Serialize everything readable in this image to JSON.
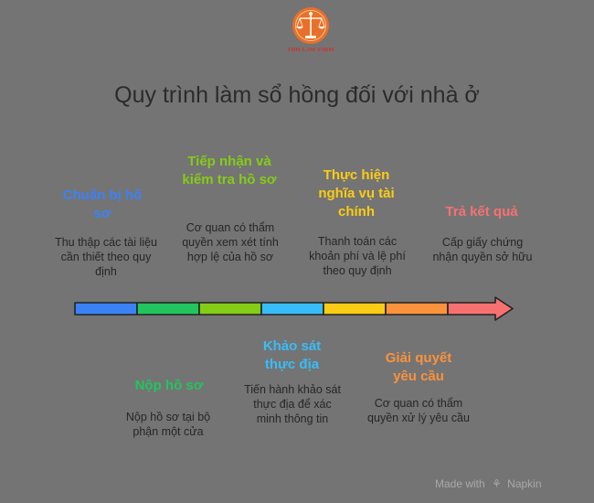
{
  "logo": {
    "text": "TDH LAW FIRM"
  },
  "title": "Quy trình làm sổ hồng đối với nhà ở",
  "steps": [
    {
      "title": "Chuẩn bị hồ sơ",
      "desc": "Thu thập các tài liệu cần thiết theo quy định",
      "color": "#3b82f6"
    },
    {
      "title": "Nộp hồ sơ",
      "desc": "Nộp hồ sơ tại bộ phận một cửa",
      "color": "#22c55e"
    },
    {
      "title": "Tiếp nhận và kiểm tra hồ sơ",
      "desc": "Cơ quan có thẩm quyền xem xét tính hợp lệ của hồ sơ",
      "color": "#84cc16"
    },
    {
      "title": "Khảo sát thực địa",
      "desc": "Tiến hành khảo sát thực địa để xác minh thông tin",
      "color": "#38bdf8"
    },
    {
      "title": "Thực hiện nghĩa vụ tài chính",
      "desc": "Thanh toán các khoản phí và lệ phí theo quy định",
      "color": "#facc15"
    },
    {
      "title": "Giải quyết yêu cầu",
      "desc": "Cơ quan có thẩm quyền xử lý yêu cầu",
      "color": "#fb923c"
    },
    {
      "title": "Trả kết quả",
      "desc": "Cấp giấy chứng nhận quyền sở hữu",
      "color": "#f87171"
    }
  ],
  "watermark": {
    "text": "Made with",
    "brand": "Napkin"
  }
}
